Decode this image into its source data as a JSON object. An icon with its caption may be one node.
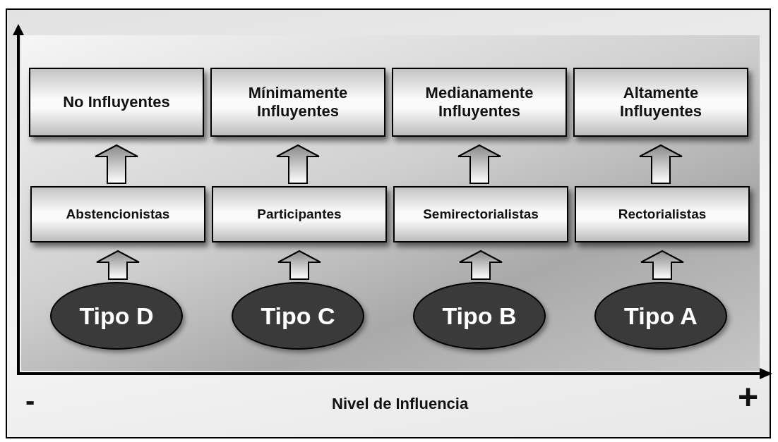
{
  "diagram": {
    "nodes": [
      {
        "text": [
          "No Influyentes"
        ]
      },
      {
        "text": [
          "Mínimamente Influyentes"
        ]
      },
      {
        "text": [
          "Medianamente Influyentes"
        ]
      },
      {
        "text": [
          "Altamente Influyentes"
        ]
      },
      {
        "text": [
          "Abstencionistas"
        ]
      },
      {
        "text": [
          "Participantes"
        ]
      },
      {
        "text": [
          "Semirectorialistas"
        ]
      },
      {
        "text": [
          "Rectorialistas"
        ]
      },
      {
        "text": [
          "Tipo D"
        ]
      },
      {
        "text": [
          "Tipo C"
        ]
      },
      {
        "text": [
          "Tipo B"
        ]
      },
      {
        "text": [
          "Tipo A"
        ]
      }
    ],
    "edges": [
      {
        "from": 8,
        "to": 4,
        "arrow": "to"
      },
      {
        "from": 9,
        "to": 5,
        "arrow": "to"
      },
      {
        "from": 10,
        "to": 6,
        "arrow": "to"
      },
      {
        "from": 11,
        "to": 7,
        "arrow": "to"
      },
      {
        "from": 4,
        "to": 0,
        "arrow": "to"
      },
      {
        "from": 5,
        "to": 1,
        "arrow": "to"
      },
      {
        "from": 6,
        "to": 2,
        "arrow": "to"
      },
      {
        "from": 7,
        "to": 3,
        "arrow": "to"
      }
    ],
    "labels": [
      "-",
      "Nivel de Influencia",
      "+"
    ]
  }
}
